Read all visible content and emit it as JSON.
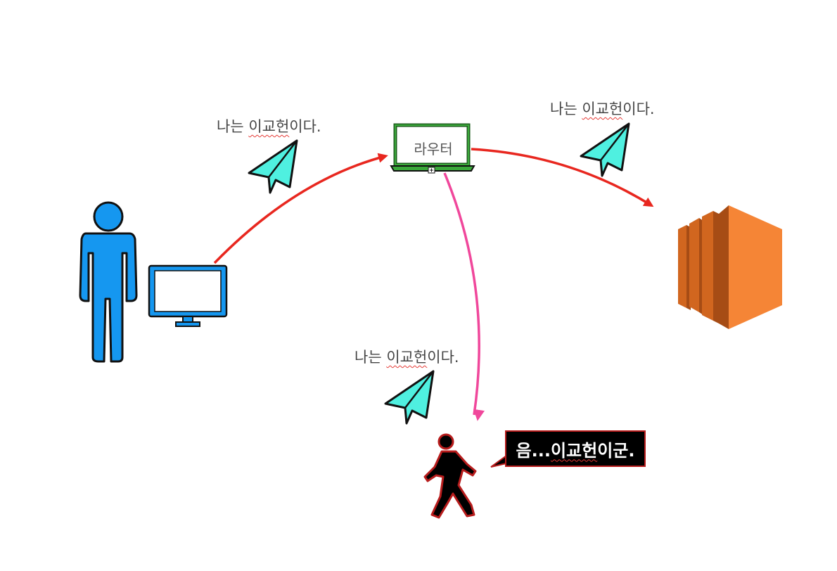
{
  "labels": {
    "message_left": {
      "prefix": "나는 ",
      "name": "이교헌",
      "suffix": "이다."
    },
    "message_right": {
      "prefix": "나는 ",
      "name": "이교헌",
      "suffix": "이다."
    },
    "message_bottom": {
      "prefix": "나는 ",
      "name": "이교헌",
      "suffix": "이다."
    },
    "router": "라우터",
    "eavesdropper_speech": {
      "prefix": "음...",
      "name": "이교헌",
      "suffix": "이군."
    }
  },
  "colors": {
    "person": "#1597f0",
    "monitor": "#1597f0",
    "router_frame": "#3aa83a",
    "arrow_red": "#e8271f",
    "arrow_pink": "#f0479b",
    "paper_plane": "#4ff0e0",
    "server": "#f58536",
    "server_dark": "#a64c15",
    "eavesdropper": "#000000",
    "eavesdropper_outline": "#b71c1c"
  },
  "icons": [
    "user-icon",
    "monitor-icon",
    "laptop-router-icon",
    "paper-plane-icon",
    "server-icon",
    "walking-person-icon"
  ]
}
